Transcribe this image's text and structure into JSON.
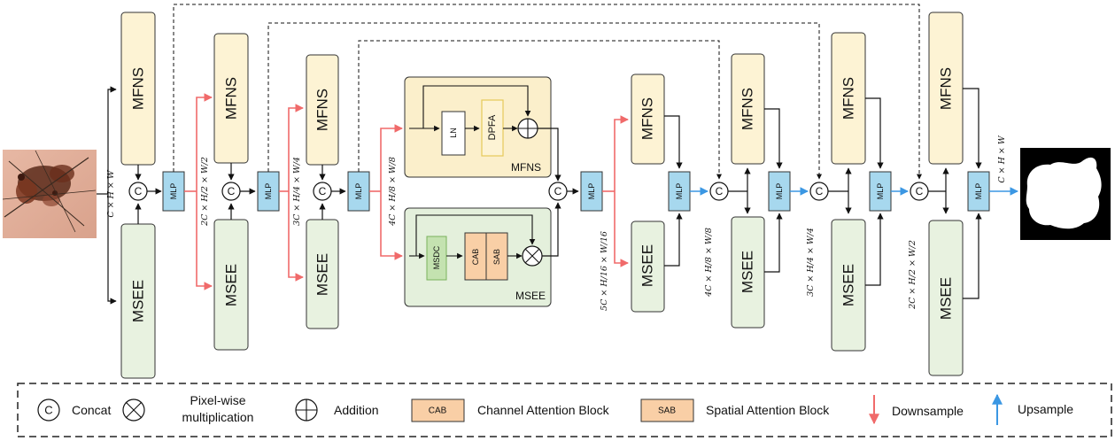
{
  "colors": {
    "mfns_fill": "#fdf3d4",
    "msee_fill": "#e8f2e0",
    "mlp_fill": "#a7d8ee",
    "cab_fill": "#f9cfa6",
    "downsample": "#f06a6a",
    "upsample": "#3b97e3",
    "mfns_detail_bg": "#fbefcb",
    "msee_detail_bg": "#e4f0dc",
    "inner_green": "#c4e2b0",
    "inner_yellow_border": "#e6c95a"
  },
  "blocks": {
    "mfns": "MFNS",
    "msee": "MSEE",
    "mlp": "MLP",
    "concat": "C"
  },
  "detail": {
    "mfns_title": "MFNS",
    "msee_title": "MSEE",
    "ln": "LN",
    "dpfa": "DPFA",
    "msdc": "MSDC",
    "cab": "CAB",
    "sab": "SAB"
  },
  "dims": {
    "enc1": "C × H × W",
    "enc2": "2C × H/2 × W/2",
    "enc3": "3C × H/4 × W/4",
    "enc4": "4C × H/8 × W/8",
    "bottleneck": "5C × H/16 × W/16",
    "dec4": "4C × H/8 × W/8",
    "dec3": "3C × H/4 × W/4",
    "dec2": "2C × H/2 × W/2",
    "output": "C × H × W"
  },
  "legend": {
    "concat_symbol": "C",
    "concat": "Concat",
    "pixelwise_line1": "Pixel-wise",
    "pixelwise_line2": "multiplication",
    "addition": "Addition",
    "cab_box": "CAB",
    "cab": "Channel Attention Block",
    "sab_box": "SAB",
    "sab": "Spatial Attention Block",
    "downsample": "Downsample",
    "upsample": "Upsample"
  },
  "images": {
    "input": "skin-lesion-dermoscopy-photo",
    "output": "binary-segmentation-mask"
  }
}
